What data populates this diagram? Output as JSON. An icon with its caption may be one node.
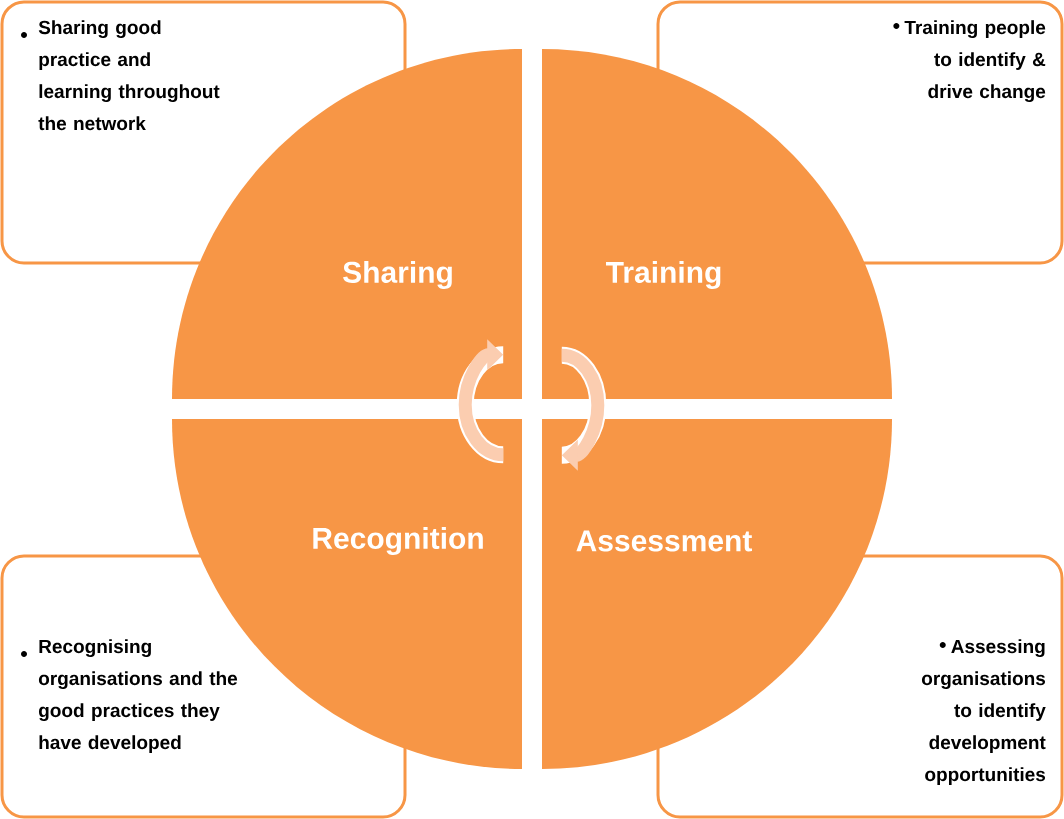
{
  "diagram": {
    "nodes": [
      {
        "text": [
          "Sharing good practice and learning throughout the network"
        ]
      },
      {
        "text": [
          "Training people to identify & drive change"
        ]
      },
      {
        "text": [
          "Recognising organisations and the good practices they have developed"
        ]
      },
      {
        "text": [
          "Assessing organisations to identify development opportunities"
        ]
      },
      {
        "text": [
          "Sharing"
        ]
      },
      {
        "text": [
          "Training"
        ]
      },
      {
        "text": [
          "Recognition"
        ]
      },
      {
        "text": [
          "Assessment"
        ]
      }
    ],
    "edges": [
      {
        "from": 6,
        "to": 4,
        "arrow": "to"
      },
      {
        "from": 5,
        "to": 7,
        "arrow": "to"
      }
    ]
  }
}
